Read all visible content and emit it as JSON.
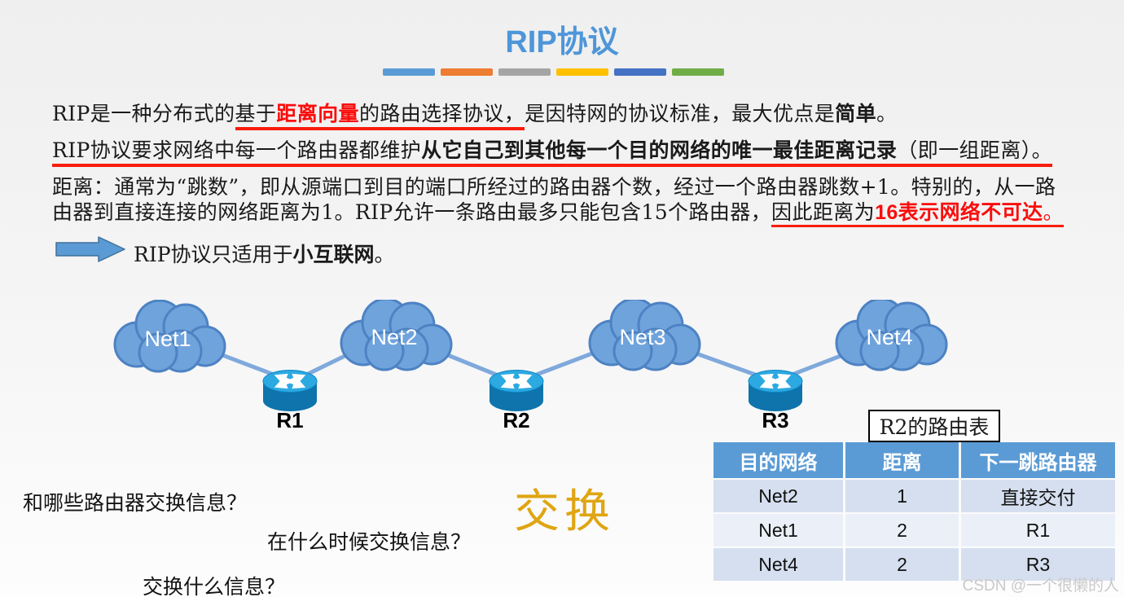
{
  "title": "RIP协议",
  "divider": {
    "colors": [
      "#5B9BD5",
      "#ED7D31",
      "#A5A5A5",
      "#FFC000",
      "#4472C4",
      "#70AD47"
    ]
  },
  "intro": {
    "p1": {
      "pre": "RIP是一种分布式的",
      "underline_normal": "基于",
      "underline_red": "距离向量",
      "underline_tail": "的路由选择协议，",
      "mid": "是因特网的协议标准，最大优点是",
      "bold": "简单",
      "tail": "。"
    },
    "p2": {
      "pre": "RIP协议要求网络中每一个路由器都维护",
      "bold": "从它自己到其他每一个目的网络的唯一最佳距离记录",
      "tail": "（即一组距离）。"
    },
    "p3": {
      "pre": "距离：通常为“跳数”，即从源端口到目的端口所经过的路由器个数，经过一个路由器跳数+1。特别的，从一路由器到直接连接的网络距离为1。RIP允许一条路由最多只能包含15个路由器，",
      "underline_pre": "因此距离为",
      "underline_red": "16表示网络不可达",
      "underline_red_tail": "。"
    }
  },
  "callout": {
    "pre": "RIP协议只适用于",
    "bold": "小互联网",
    "tail": "。"
  },
  "topology": {
    "clouds": [
      {
        "label": "Net1"
      },
      {
        "label": "Net2"
      },
      {
        "label": "Net3"
      },
      {
        "label": "Net4"
      }
    ],
    "routers": [
      {
        "label": "R1"
      },
      {
        "label": "R2"
      },
      {
        "label": "R3"
      }
    ]
  },
  "routing_table": {
    "caption": "R2的路由表",
    "headers": [
      "目的网络",
      "距离",
      "下一跳路由器"
    ],
    "rows": [
      [
        "Net2",
        "1",
        "直接交付"
      ],
      [
        "Net1",
        "2",
        "R1"
      ],
      [
        "Net4",
        "2",
        "R3"
      ]
    ]
  },
  "questions": [
    "和哪些路由器交换信息？",
    "在什么时候交换信息？",
    "交换什么信息？"
  ],
  "exchange_word": "交换",
  "watermark": "CSDN @一个很懒的人",
  "colors": {
    "accent_blue": "#5B9BD5",
    "highlight_red": "#FB0D0C",
    "underline_red": "#F91C0C",
    "gold": "#DFA512",
    "cloud_fill": "#6FA3DC",
    "cloud_stroke": "#4D82C3",
    "router_top": "#2CA9E1",
    "router_body": "#0E74AB",
    "table_header": "#5B9BD5",
    "table_row_odd": "#D5DFEF",
    "table_row_even": "#EBF0F8"
  }
}
